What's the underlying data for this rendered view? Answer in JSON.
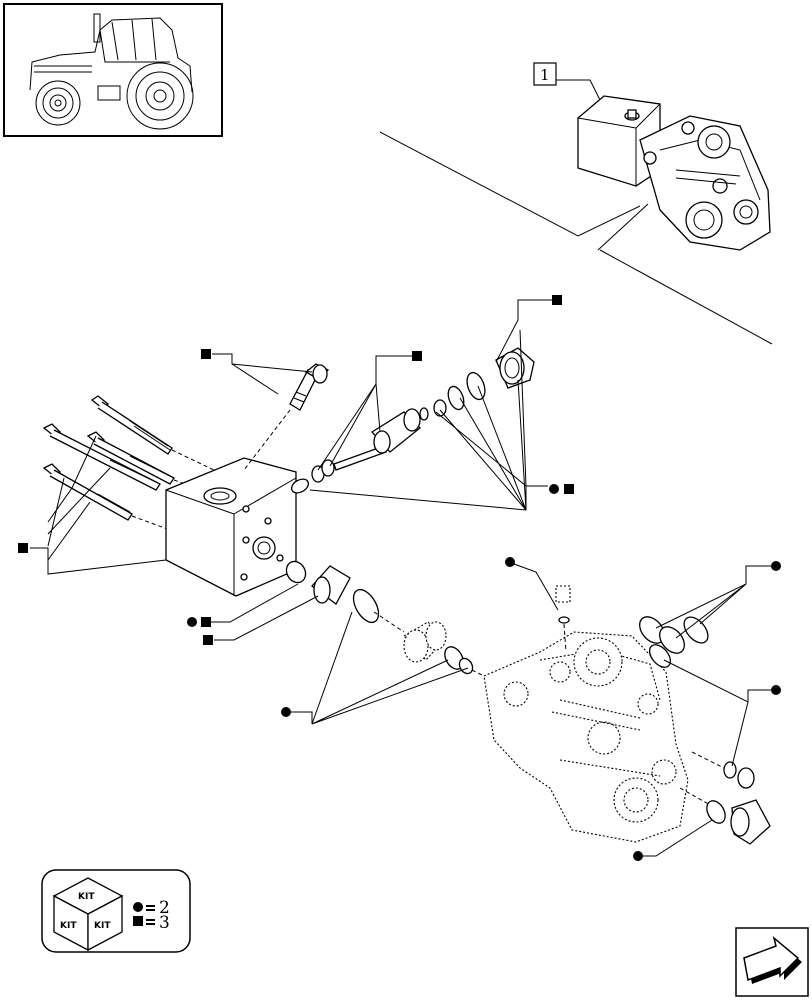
{
  "thumbnail": {
    "icon": "tractor-icon"
  },
  "callout": {
    "label": "1"
  },
  "kit_legend": {
    "kit_labels": [
      "KIT",
      "KIT",
      "KIT"
    ],
    "entries": [
      {
        "symbol": "circle",
        "quantity": "2"
      },
      {
        "symbol": "square",
        "quantity": "3"
      }
    ]
  },
  "nav": {
    "icon": "next-page-arrow-icon"
  }
}
